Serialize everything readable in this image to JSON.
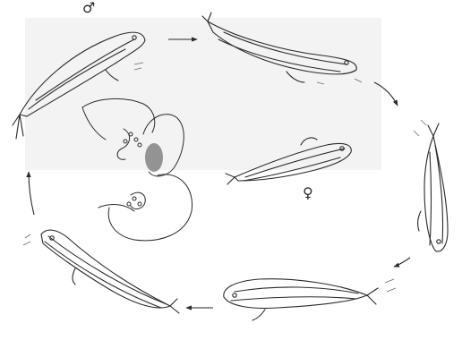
{
  "figure": {
    "symbols": {
      "male": "♂",
      "female": "♀"
    },
    "colors": {
      "line": "#2a2a2a",
      "background": "#ffffff",
      "panel": "#f3f3f3"
    },
    "fish_stages": [
      {
        "id": "male-upper-left",
        "direction": "up-right"
      },
      {
        "id": "upper-right",
        "direction": "right"
      },
      {
        "id": "right-vertical",
        "direction": "down"
      },
      {
        "id": "bottom",
        "direction": "left"
      },
      {
        "id": "lower-left",
        "direction": "up-left"
      },
      {
        "id": "female-center",
        "direction": "right"
      }
    ],
    "arrows": [
      {
        "id": "arrow-top",
        "points": "right"
      },
      {
        "id": "arrow-upper-right",
        "points": "down-right"
      },
      {
        "id": "arrow-lower-right",
        "points": "down-left"
      },
      {
        "id": "arrow-bottom",
        "points": "left"
      },
      {
        "id": "arrow-left",
        "points": "up"
      }
    ],
    "center_object": "nest-plant-icon"
  }
}
